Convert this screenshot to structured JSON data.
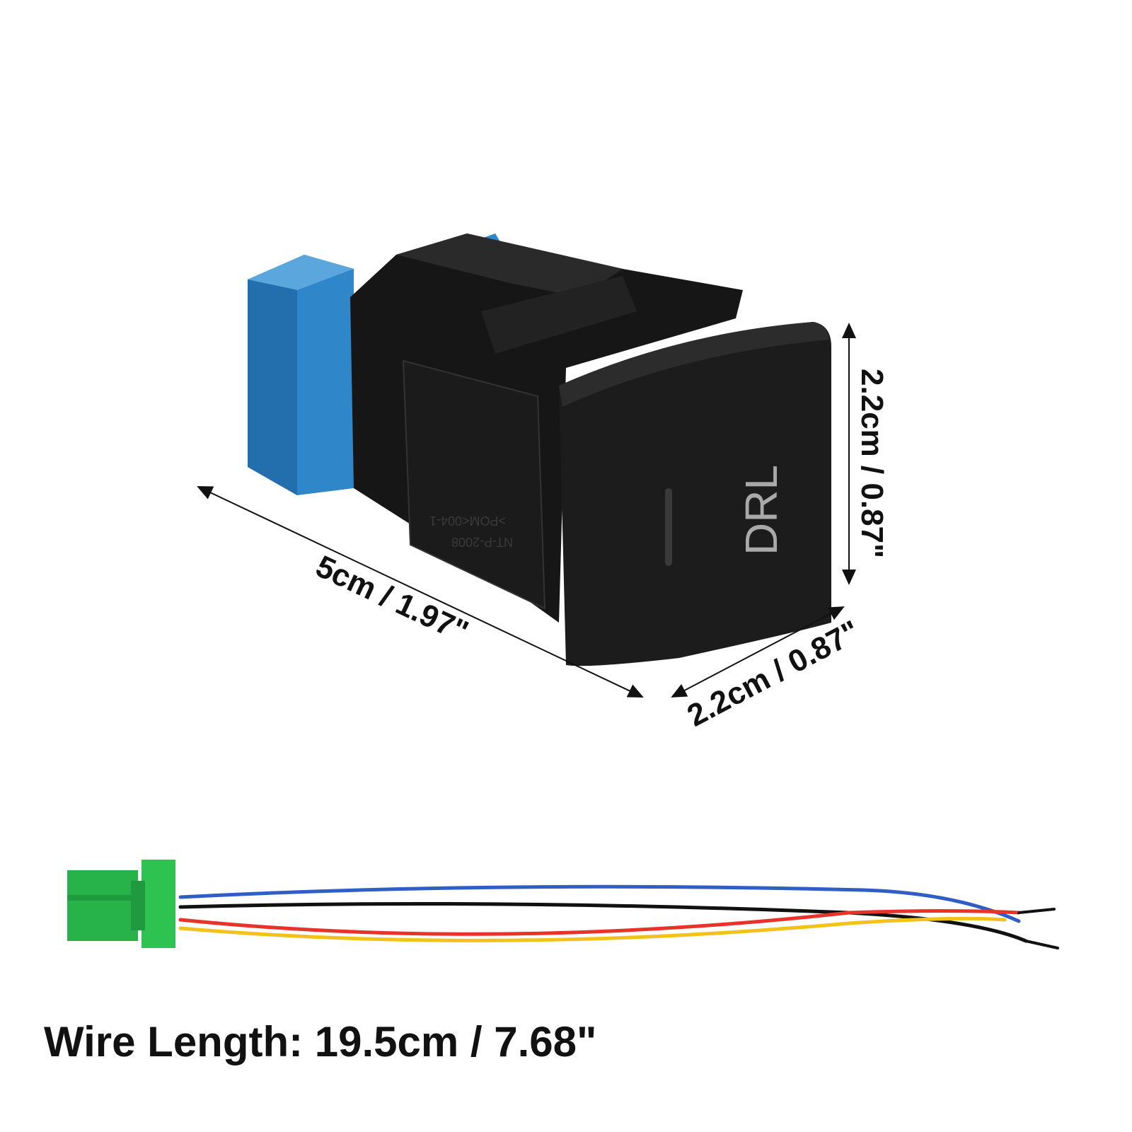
{
  "product": {
    "button_legend": "DRL",
    "mold_text_1": "NT-P-2008",
    "mold_text_2": ">POM<004-1"
  },
  "dimensions": {
    "length": "5cm / 1.97\"",
    "height": "2.2cm / 0.87\"",
    "width": "2.2cm / 0.87\""
  },
  "wire": {
    "caption": "Wire Length: 19.5cm / 7.68\"",
    "colors": [
      "#2f5fc4",
      "#111111",
      "#e8322a",
      "#f2c21b"
    ]
  },
  "colors": {
    "body": "#141414",
    "connector_blue": "#2f86c9",
    "plug_green": "#27b34a"
  }
}
